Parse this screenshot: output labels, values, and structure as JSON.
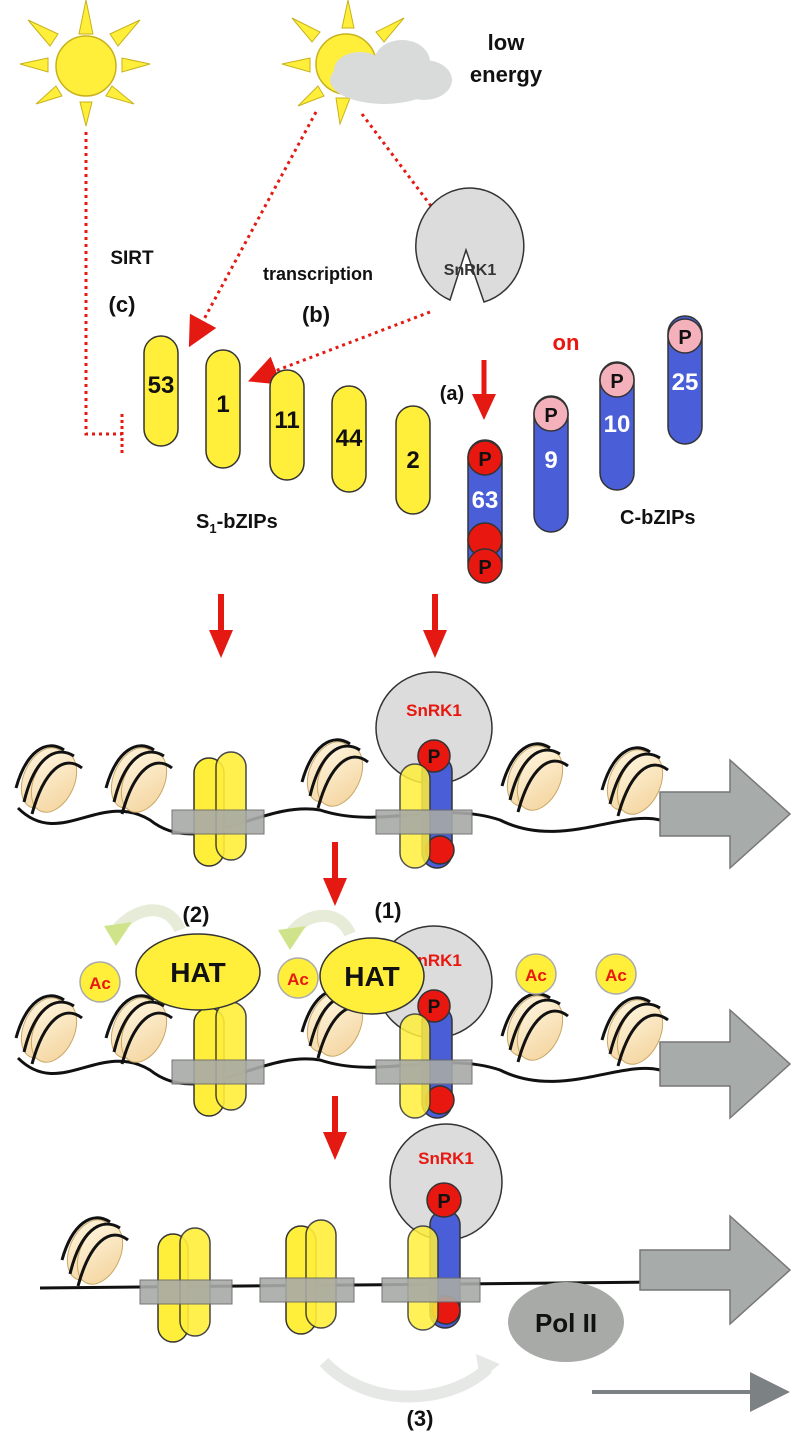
{
  "top": {
    "low_energy_line1": "low",
    "low_energy_line2": "energy",
    "sirt": "SIRT",
    "sirt_marker": "(c)",
    "transcription": "transcription",
    "transcription_marker": "(b)",
    "snrk1": "SnRK1",
    "on": "on",
    "snrk1_marker": "(a)"
  },
  "s1_bzips": {
    "label_main": "S",
    "label_sub": "1",
    "label_rest": "-bZIPs",
    "items": [
      "53",
      "1",
      "11",
      "44",
      "2"
    ]
  },
  "c_bzips": {
    "label": "C-bZIPs",
    "items": [
      "63",
      "9",
      "10",
      "25"
    ],
    "phospho": "P"
  },
  "chromatin": {
    "snrk1": "SnRK1",
    "hat": "HAT",
    "ac": "Ac",
    "pol2": "Pol II",
    "step1": "(1)",
    "step2": "(2)",
    "step3": "(3)"
  },
  "colors": {
    "yellow": "#ffef3a",
    "blue": "#4a5ed8",
    "red": "#e8170f",
    "pink": "#f4b1bb",
    "grey": "#dcdcdc",
    "arrow_red": "#e41a12"
  }
}
